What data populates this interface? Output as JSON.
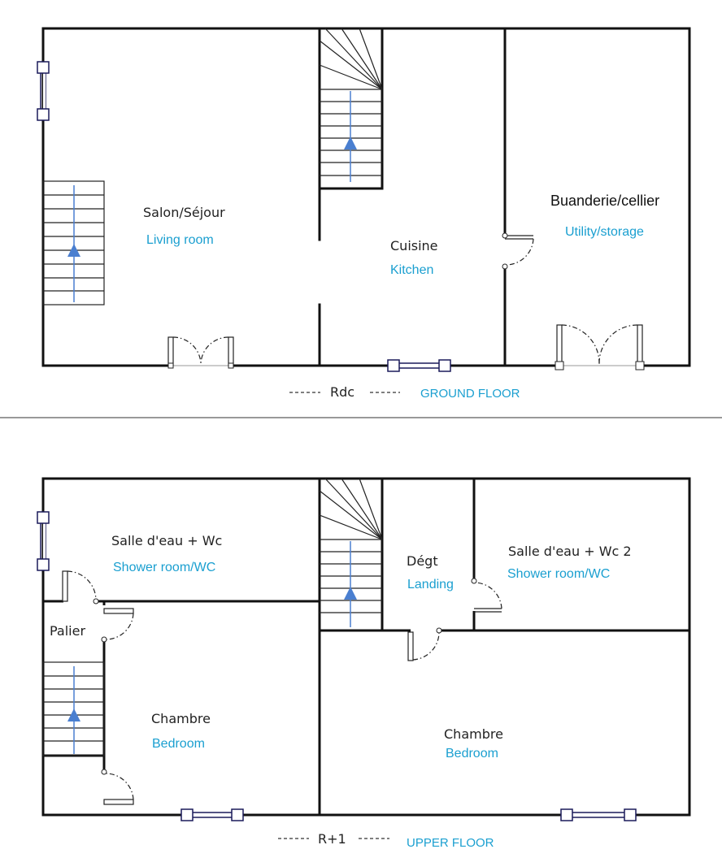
{
  "colors": {
    "wall": "#111111",
    "english_label": "#1a9fd0",
    "stair_arrow": "#4a7fd0"
  },
  "ground_floor": {
    "caption_fr": "Rdc",
    "caption_en": "GROUND FLOOR",
    "rooms": {
      "living": {
        "fr": "Salon/Séjour",
        "en": "Living room"
      },
      "kitchen": {
        "fr": "Cuisine",
        "en": "Kitchen"
      },
      "utility": {
        "fr": "Buanderie/cellier",
        "en": "Utility/storage"
      }
    }
  },
  "upper_floor": {
    "caption_fr": "R+1",
    "caption_en": "UPPER FLOOR",
    "rooms": {
      "shower1": {
        "fr": "Salle d'eau + Wc",
        "en": "Shower room/WC"
      },
      "palier": {
        "fr": "Palier"
      },
      "landing": {
        "fr": "Dégt",
        "en": "Landing"
      },
      "shower2": {
        "fr": "Salle d'eau + Wc 2",
        "en": "Shower room/WC"
      },
      "bedroom1": {
        "fr": "Chambre",
        "en": "Bedroom"
      },
      "bedroom2": {
        "fr": "Chambre",
        "en": "Bedroom"
      }
    }
  }
}
